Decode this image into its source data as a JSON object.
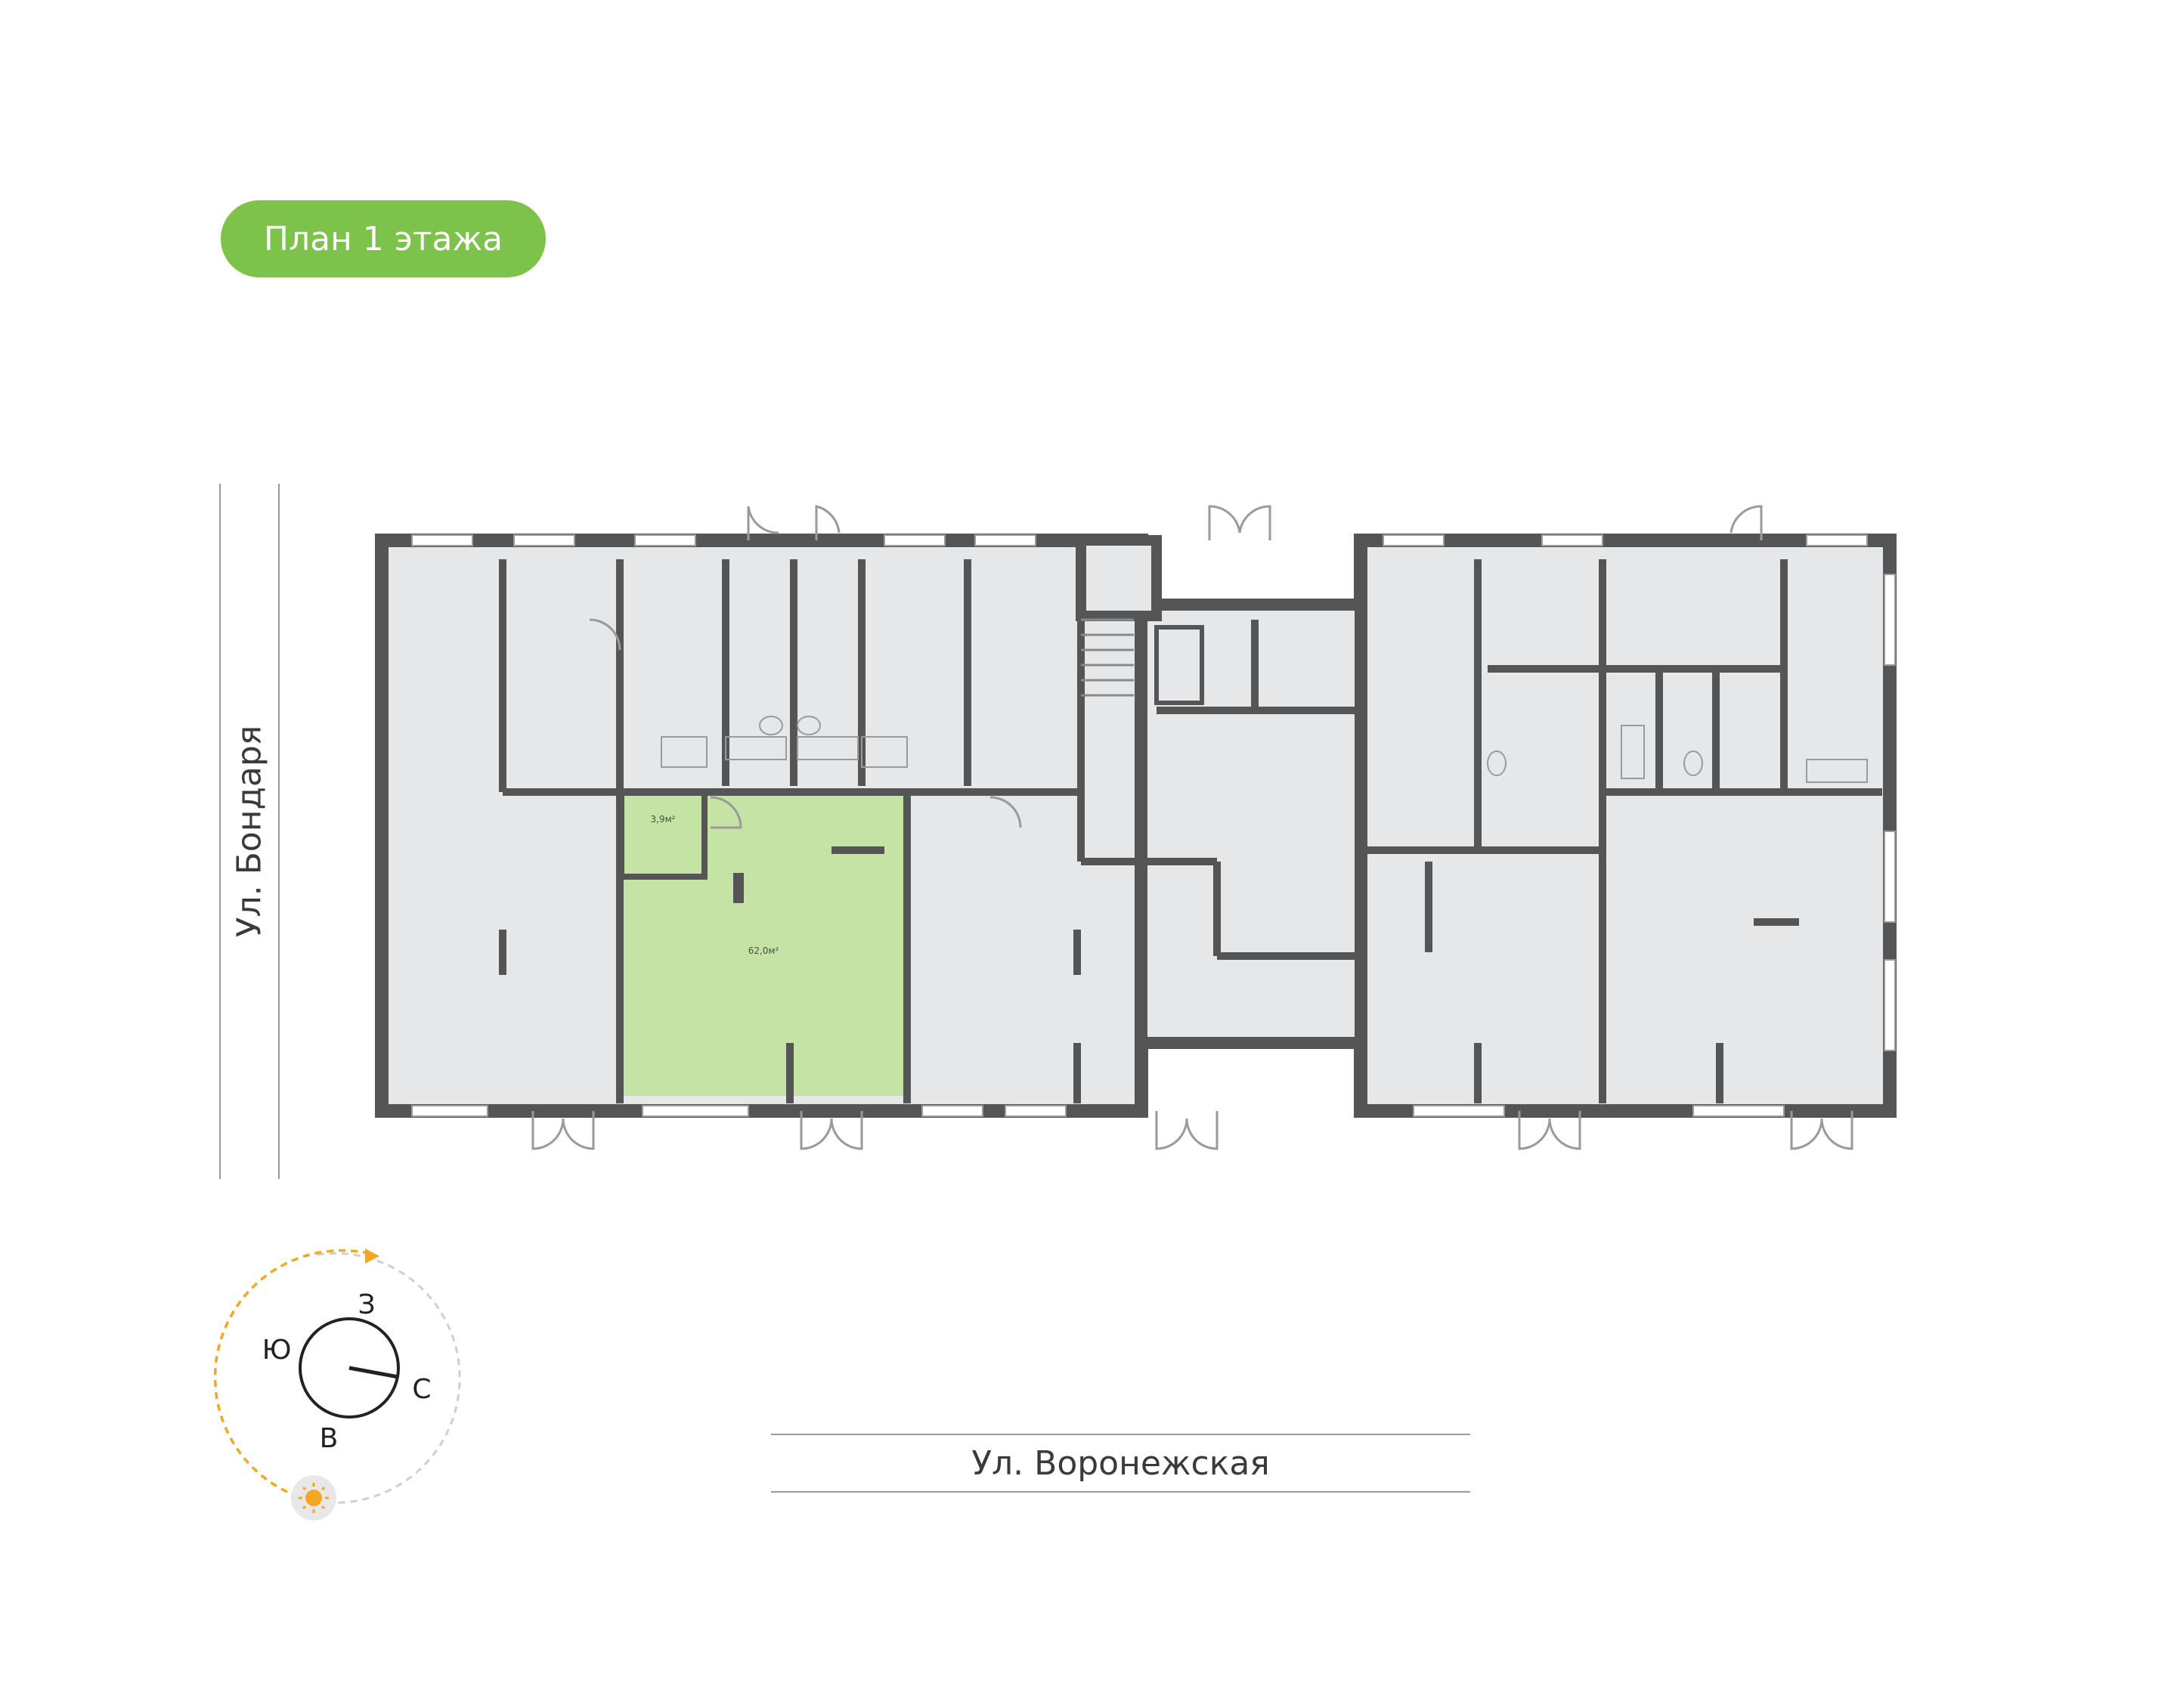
{
  "header": {
    "title": "План 1 этажа"
  },
  "streets": {
    "left": "Ул. Бондаря",
    "bottom": "Ул. Воронежская"
  },
  "rooms": {
    "small_area": "3,9м²",
    "main_area": "62,0м²"
  },
  "colors": {
    "accent": "#7dc24a",
    "highlight": "#c5e3a5",
    "wall": "#555555",
    "floor": "#e6e7e8",
    "sun": "#f5a623"
  },
  "compass": {
    "north": "С",
    "south": "Ю",
    "east": "В",
    "west": "З"
  },
  "icons": {
    "sun": "sun-icon",
    "compass": "compass-icon"
  }
}
